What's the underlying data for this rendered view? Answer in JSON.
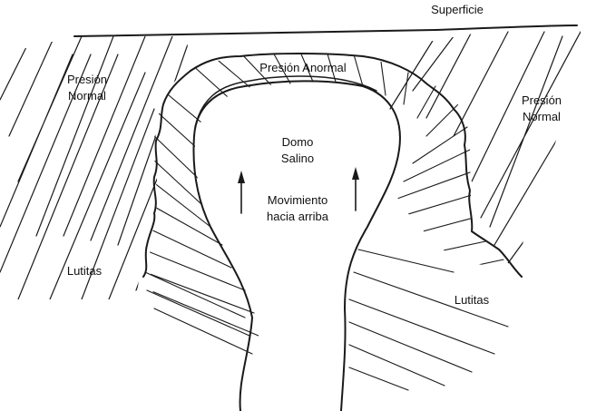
{
  "labels": {
    "surface": "Superficie",
    "abnormal_pressure": "Presión Anormal",
    "normal_pressure_left_1": "Presión",
    "normal_pressure_left_2": "Normal",
    "normal_pressure_right_1": "Presión",
    "normal_pressure_right_2": "Normal",
    "dome_1": "Domo",
    "dome_2": "Salino",
    "movement_1": "Movimiento",
    "movement_2": "hacia arriba",
    "shale_left": "Lutitas",
    "shale_right": "Lutitas"
  },
  "colors": {
    "ink": "#1a1a1a",
    "background": "#ffffff"
  }
}
